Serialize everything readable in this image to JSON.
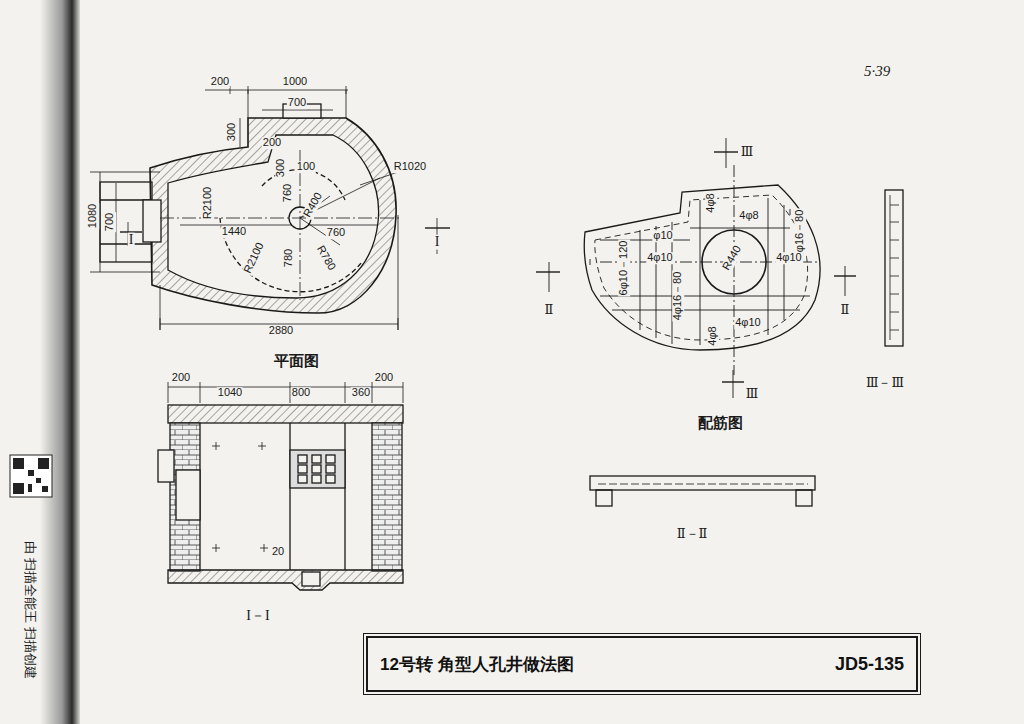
{
  "diagram": {
    "nodes": [
      {
        "text": [
          "12号转 角型人孔井做法图",
          "JD5-135"
        ]
      }
    ],
    "labels": [
      "5·39",
      "200",
      "1000",
      "700",
      "300",
      "200",
      "300",
      "100",
      "760",
      "R400",
      "R1020",
      "R2100",
      "1080",
      "700",
      "I",
      "1440",
      "760",
      "R2100",
      "780",
      "R780",
      "I",
      "2880",
      "平面图",
      "200",
      "1040",
      "800",
      "360",
      "200",
      "20",
      "I－I",
      "Ⅲ",
      "4φ8",
      "4φ8",
      "4φ16－80",
      "φ10",
      "4φ10",
      "R440",
      "4φ10",
      "6φ10－120",
      "4φ16－80",
      "Ⅱ",
      "Ⅱ",
      "4φ8",
      "4φ10",
      "Ⅲ",
      "配筋图",
      "Ⅲ－Ⅲ",
      "Ⅱ－Ⅱ",
      "由 扫描全能王 扫描创建"
    ]
  }
}
